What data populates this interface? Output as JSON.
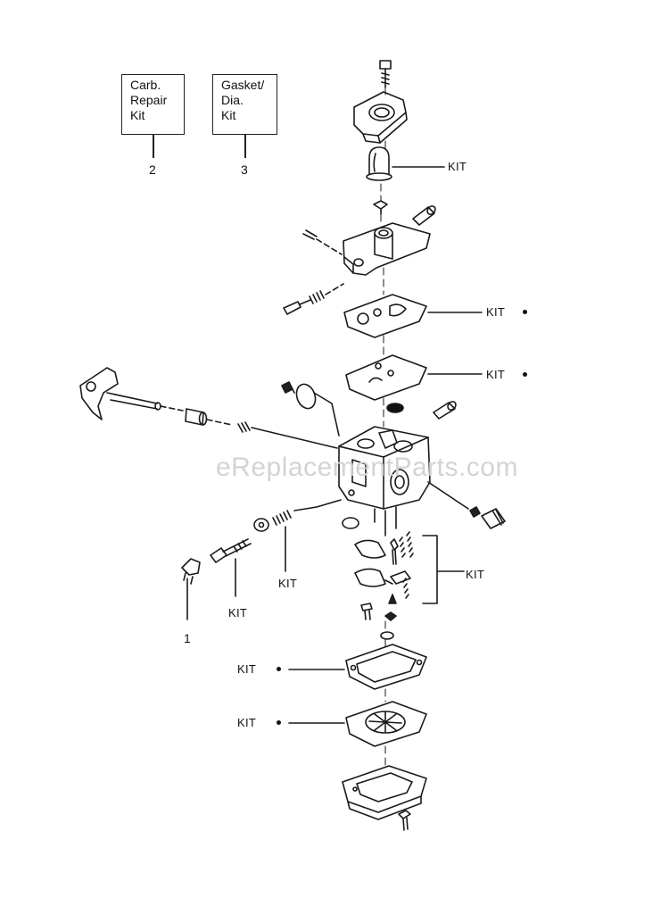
{
  "callout_boxes": [
    {
      "lines": [
        "Carb.",
        "Repair",
        "Kit"
      ],
      "number": "2"
    },
    {
      "lines": [
        "Gasket/",
        "Dia.",
        "Kit"
      ],
      "number": "3"
    }
  ],
  "part_labels": {
    "primer_bulb": "KIT",
    "pump_gasket": "KIT",
    "pump_diaphragm": "KIT",
    "needle_group": "KIT",
    "spring_left": "KIT",
    "adjust_screw": "KIT",
    "metering_gasket": "KIT",
    "metering_diaphragm": "KIT",
    "fitting_number": "1"
  },
  "watermark": "eReplacementParts.com"
}
